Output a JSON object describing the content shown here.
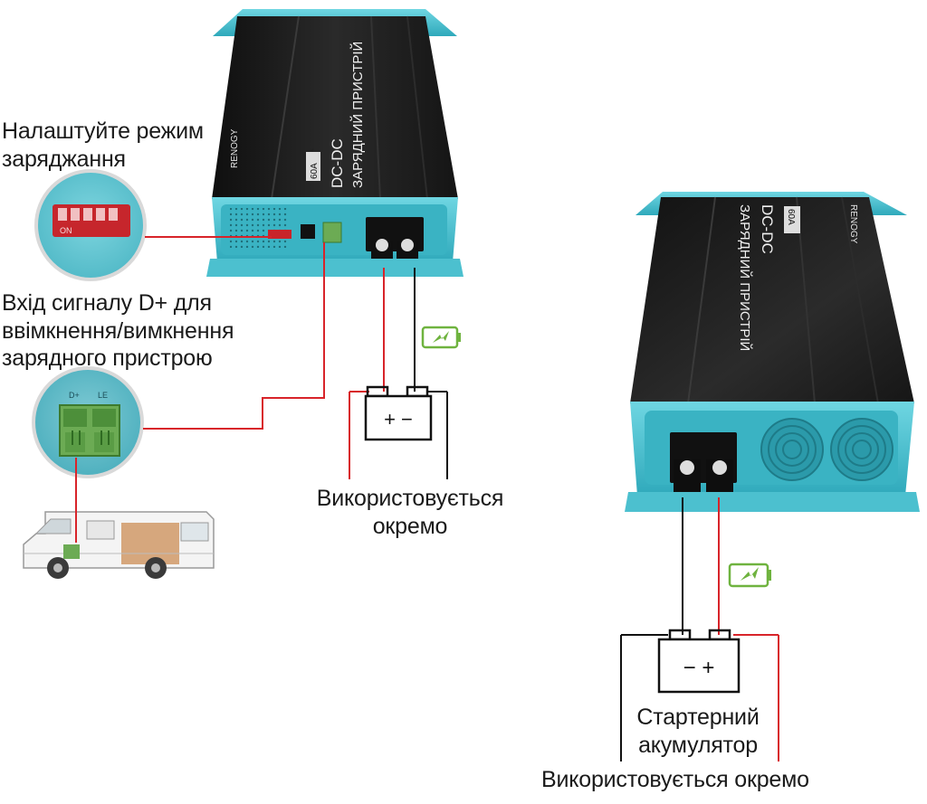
{
  "labels": {
    "charge_mode": [
      "Налаштуйте режим",
      "заряджання"
    ],
    "d_plus_signal": [
      "Вхід сигналу D+ для",
      "ввімкнення/вимкнення",
      "зарядного пристрою"
    ],
    "used_separately_left": [
      "Використовується",
      "окремо"
    ],
    "starter_battery": [
      "Стартерний",
      "акумулятор"
    ],
    "used_separately_bottom": "Використовується окремо"
  },
  "device": {
    "brand": "RENOGY",
    "title_line1": "DC-DC",
    "title_line2": "ЗАРЯДНИЙ ПРИСТРІЙ",
    "rating": "60A",
    "dip_text": "ON",
    "terminal_labels": [
      "D+",
      "LE"
    ]
  },
  "battery": {
    "left_signs": "+ −",
    "right_signs": "− +"
  },
  "colors": {
    "housing": "#1b1b1b",
    "accent": "#46c3d4",
    "wire_red": "#d8242a",
    "wire_black": "#111111",
    "terminal_green": "#6cab54",
    "charge_icon": "#6fb33f"
  }
}
